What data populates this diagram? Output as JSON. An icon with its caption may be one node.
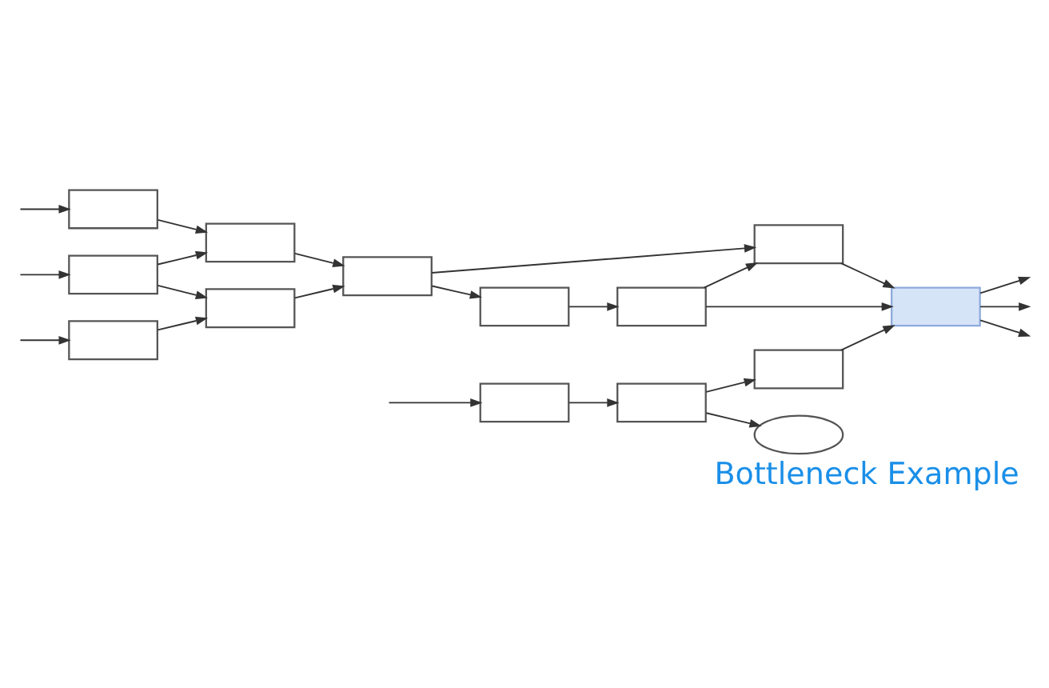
{
  "diagram": {
    "caption": "Bottleneck Example",
    "nodes": [
      {
        "text": [],
        "shape": "box"
      },
      {
        "text": [],
        "shape": "box"
      },
      {
        "text": [],
        "shape": "box"
      },
      {
        "text": [],
        "shape": "box"
      },
      {
        "text": [],
        "shape": "box"
      },
      {
        "text": [],
        "shape": "box"
      },
      {
        "text": [],
        "shape": "box"
      },
      {
        "text": [],
        "shape": "box"
      },
      {
        "text": [],
        "shape": "ellipse"
      },
      {
        "text": [],
        "shape": "box"
      },
      {
        "text": [],
        "shape": "box"
      },
      {
        "text": [],
        "shape": "box"
      },
      {
        "text": [],
        "shape": "box"
      },
      {
        "text": [],
        "shape": "box"
      }
    ],
    "edges": [
      {
        "from": null,
        "to": 0,
        "arrow": "to"
      },
      {
        "from": null,
        "to": 1,
        "arrow": "to"
      },
      {
        "from": null,
        "to": 2,
        "arrow": "to"
      },
      {
        "from": null,
        "to": 3,
        "arrow": "to"
      },
      {
        "from": 0,
        "to": 4,
        "arrow": "to"
      },
      {
        "from": 4,
        "to": 7,
        "arrow": "to"
      },
      {
        "from": 4,
        "to": 8,
        "arrow": "to"
      },
      {
        "from": 1,
        "to": 5,
        "arrow": "to"
      },
      {
        "from": 2,
        "to": 5,
        "arrow": "to"
      },
      {
        "from": 2,
        "to": 6,
        "arrow": "to"
      },
      {
        "from": 3,
        "to": 6,
        "arrow": "to"
      },
      {
        "from": 5,
        "to": 9,
        "arrow": "to"
      },
      {
        "from": 6,
        "to": 9,
        "arrow": "to"
      },
      {
        "from": 9,
        "to": 11,
        "arrow": "to"
      },
      {
        "from": 9,
        "to": 10,
        "arrow": "to"
      },
      {
        "from": 10,
        "to": 12,
        "arrow": "to"
      },
      {
        "from": 12,
        "to": 11,
        "arrow": "to"
      },
      {
        "from": 7,
        "to": 13,
        "arrow": "to"
      },
      {
        "from": 11,
        "to": 13,
        "arrow": "to"
      },
      {
        "from": 12,
        "to": 13,
        "arrow": "to"
      },
      {
        "from": 13,
        "to": null,
        "arrow": "to"
      },
      {
        "from": 13,
        "to": null,
        "arrow": "to"
      },
      {
        "from": 13,
        "to": null,
        "arrow": "to"
      }
    ]
  }
}
